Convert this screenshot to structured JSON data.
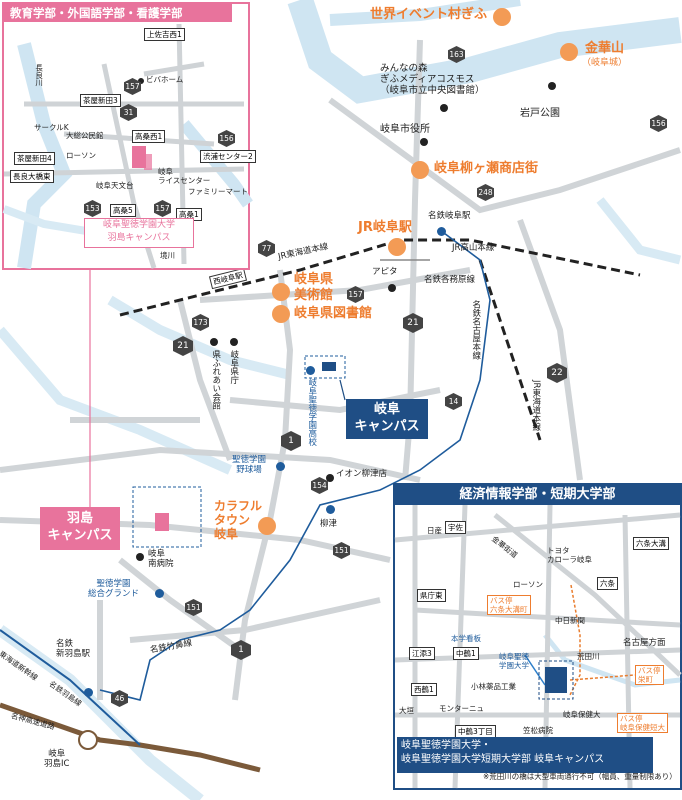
{
  "colors": {
    "river": "#cfe5f2",
    "road": "#cfd3d6",
    "accent": "#e8739c",
    "navy": "#1f4e85",
    "orange": "#ee7d2f",
    "blue_route": "#2d7ec9"
  },
  "insets": {
    "education": {
      "title": "教育学部・外国語学部・看護学部",
      "campus": "岐阜聖徳学園大学\n羽島キャンパス",
      "labels": [
        "上佐吉西1",
        "茶屋新田3",
        "ビバホーム",
        "サークルK",
        "大総公民館",
        "ローソン",
        "茶屋新田4",
        "長良大橋東",
        "岐阜天文台",
        "高桑5",
        "高桑西1",
        "岐阜\nライスセンター",
        "ファミリーマート",
        "高桑1",
        "渋浦センター2",
        "境川",
        "長良川"
      ],
      "routes": [
        "157",
        "31",
        "156",
        "153",
        "157"
      ]
    },
    "economics": {
      "title": "経済情報学部・短期大学部",
      "campus": "岐阜聖徳学園大学・\n岐阜聖徳学園大学短期大学部 岐阜キャンパス",
      "labels": [
        "日産",
        "宇佐",
        "六条大溝",
        "金華街道",
        "トヨタ\nカローラ岐阜",
        "ローソン",
        "六条",
        "中日新聞",
        "県庁東",
        "本学看板",
        "中鶴1",
        "江添3",
        "岐阜聖徳\n学園大学",
        "荒田川",
        "名古屋方面",
        "小林薬品工業",
        "西鶴1",
        "中鶴3丁目",
        "モンターニュ",
        "岐阜保健大",
        "笠松病院",
        "大垣",
        "バス停\n六条大溝町",
        "バス停\n栄町",
        "バス停\n岐阜保健短大"
      ],
      "note": "※荒田川の橋は大型車両通行不可（幅員、重量制限あり）"
    }
  },
  "main": {
    "places_orange": [
      "世界イベント村ぎふ",
      "金華山",
      "（岐阜城）",
      "岐阜柳ヶ瀬商店街",
      "JR岐阜駅",
      "岐阜県\n美術館",
      "岐阜県図書館",
      "カラフル\nタウン\n岐阜"
    ],
    "places": [
      "みんなの森\nぎふメディアコスモス\n（岐阜市立中央図書館）",
      "岐阜市役所",
      "岩戸公園",
      "名鉄岐阜駅",
      "JR東海道本線",
      "JR高山本線",
      "アピタ",
      "名鉄各務原線",
      "名鉄名古屋本線",
      "JR東海道本線",
      "西岐阜駅",
      "岐阜県庁",
      "県ふれあい会館",
      "岐阜聖徳学園高校",
      "聖徳学園\n野球場",
      "イオン柳津店",
      "柳津",
      "岐阜\n南病院",
      "聖徳学園\n総合グランド",
      "名鉄竹鼻線",
      "名鉄\n新羽島駅",
      "東海道新幹線",
      "名鉄羽島線",
      "名神高速道路",
      "岐阜\n羽島IC"
    ],
    "gifu_campus": "岐阜\nキャンパス",
    "hashima_campus": "羽島\nキャンパス",
    "routes": [
      "163",
      "248",
      "156",
      "77",
      "157",
      "173",
      "21",
      "22",
      "14",
      "1",
      "154",
      "151",
      "21",
      "151",
      "46",
      "1",
      "157"
    ]
  }
}
